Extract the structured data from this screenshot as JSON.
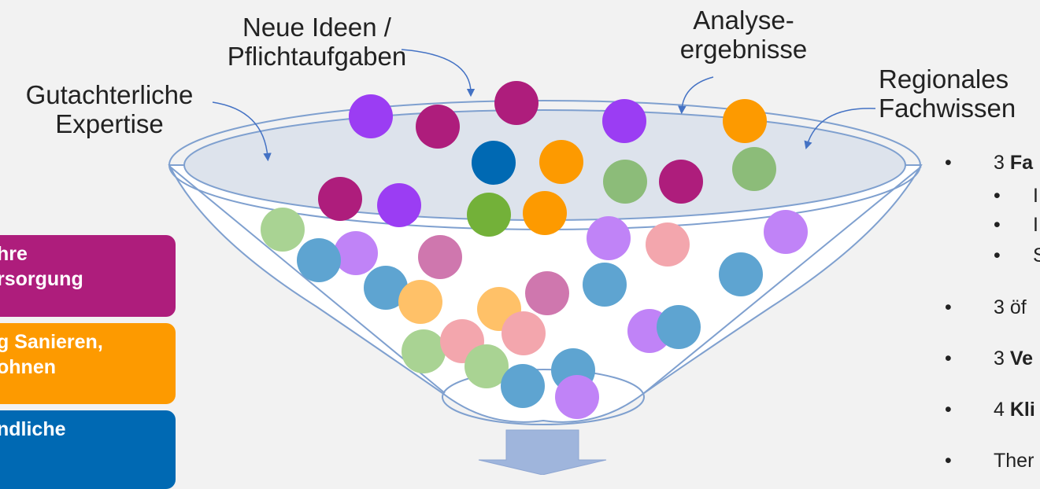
{
  "labels": {
    "gutachter": [
      "Gutachterliche",
      "Expertise"
    ],
    "neue": [
      "Neue Ideen /",
      "Pflichtaufgaben"
    ],
    "analyse": [
      "Analyse-",
      "ergebnisse"
    ],
    "regional": [
      "Regionales",
      "Fachwissen"
    ]
  },
  "colors": {
    "magenta": "#ae1d7c",
    "purple": "#9b3df3",
    "orange": "#fd9a00",
    "blue": "#0069b3",
    "green": "#73b139",
    "sage": "#8cbc79",
    "light_purple": "#c083f7",
    "light_pink": "#f3a6ad",
    "light_orange": "#ffc168",
    "light_blue": "#5ea4d1",
    "light_green": "#a9d393",
    "mauve": "#cf77ae",
    "arrow": "#9fb5dc"
  },
  "category_boxes": [
    {
      "lines": [
        "hre",
        "rsorgung"
      ],
      "color": "#ae1d7c"
    },
    {
      "lines": [
        "g Sanieren,",
        "ohnen"
      ],
      "color": "#fd9a00"
    },
    {
      "lines": [
        "ndliche",
        ""
      ],
      "color": "#0069b3"
    }
  ],
  "bullets": [
    {
      "marker": "•",
      "prefix": "3 ",
      "bold": "Fa",
      "rest": ""
    },
    {
      "marker": "•",
      "prefix": "3 öf",
      "bold": "",
      "rest": ""
    },
    {
      "marker": "•",
      "prefix": "3 ",
      "bold": "Ve",
      "rest": ""
    },
    {
      "marker": "•",
      "prefix": "4 ",
      "bold": "Kli",
      "rest": ""
    },
    {
      "marker": "•",
      "prefix": "Ther",
      "bold": "",
      "rest": ""
    }
  ],
  "sub_bullets": [
    {
      "marker": "•",
      "text": "I"
    },
    {
      "marker": "•",
      "text": "I"
    },
    {
      "marker": "•",
      "text": "S"
    }
  ]
}
